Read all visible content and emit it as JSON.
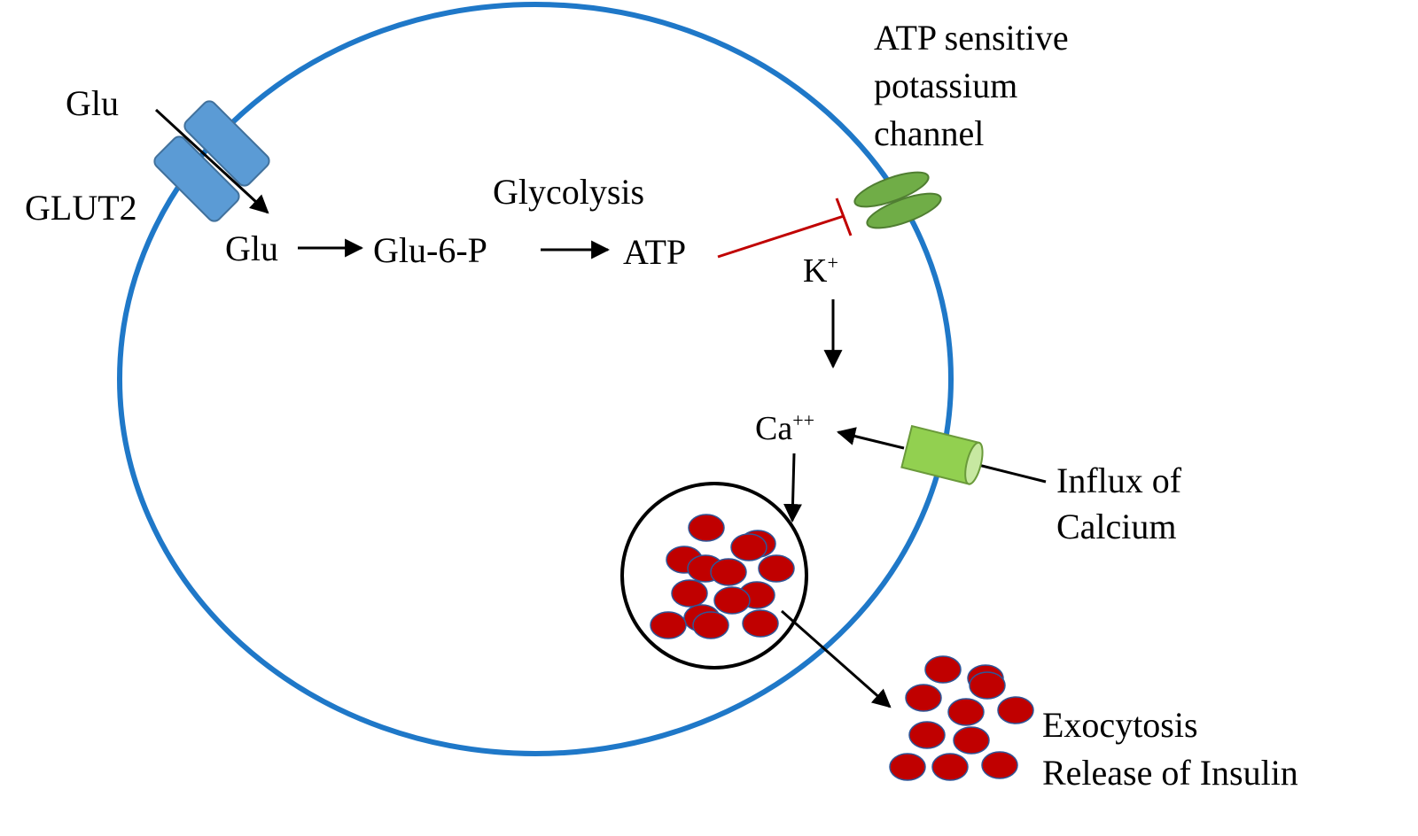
{
  "labels": {
    "glu_outside": "Glu",
    "glut2": "GLUT2",
    "glu_inside": "Glu",
    "glu6p": "Glu-6-P",
    "glycolysis": "Glycolysis",
    "atp": "ATP",
    "katp_channel": [
      "ATP sensitive",
      "potassium",
      "channel"
    ],
    "k_ion": "K",
    "k_ion_charge": "+",
    "ca_ion": "Ca",
    "ca_ion_charge": "++",
    "calcium_influx": [
      "Influx of",
      "Calcium"
    ],
    "exocytosis": [
      "Exocytosis",
      "Release of Insulin"
    ]
  },
  "colors": {
    "cell_membrane": "#1f78c8",
    "glut2_transporter": "#5b9bd5",
    "katp_channel": "#70ad47",
    "calcium_channel": "#92d050",
    "insulin_granule": "#c00000",
    "inhibition": "#c00000",
    "arrow": "#000000"
  }
}
